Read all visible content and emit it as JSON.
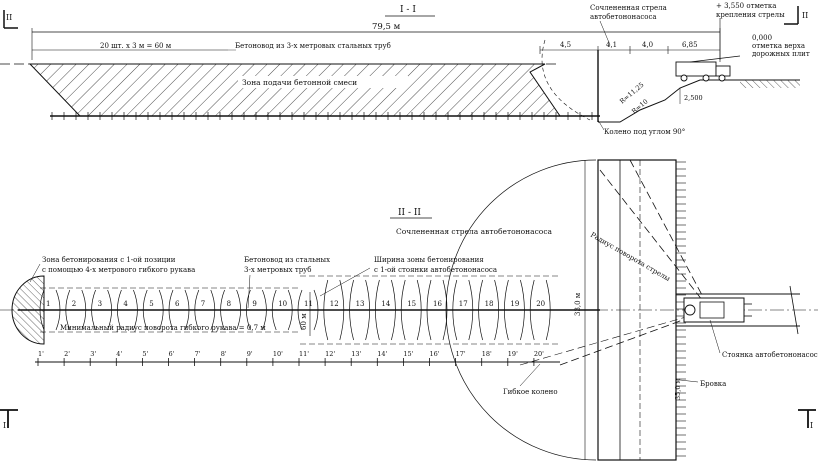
{
  "section_top": {
    "title": "I - I",
    "marker_left": "II",
    "marker_right": "II",
    "total_length": "79,5 м",
    "pipe_count": "20 шт. х 3 м = 60 м",
    "pipeline_label": "Бетоновод из 3-х метровых стальных труб",
    "zone_label": "Зона подачи бетонной смеси",
    "boom_label_1": "Сочлененная стрела",
    "boom_label_2": "автобетононасоса",
    "elev_mark_1": "+ 3,550 отметка",
    "elev_mark_2": "крепления стрелы",
    "zero_mark_1": "0,000",
    "zero_mark_2": "отметка верха",
    "zero_mark_3": "дорожных плит",
    "dims": [
      "4,5",
      "4,1",
      "4,0",
      "6,85"
    ],
    "dim_2500": "2,500",
    "dim_r1": "R=11,25",
    "dim_r2": "R=10",
    "elbow_label": "Колено под углом 90°"
  },
  "section_plan": {
    "title": "II - II",
    "marker_left": "I",
    "marker_right": "I",
    "boom_label": "Сочлененная стрела автобетононасоса",
    "zone1_line1": "Зона бетонирования с 1-ой позиции",
    "zone1_line2": "с помощью 4-х метрового гибкого рукава",
    "pipe_label_1": "Бетоновод из стальных",
    "pipe_label_2": "3-х метровых труб",
    "width_label_1": "Ширина зоны бетонирования",
    "width_label_2": "с 1-ой стоянки автобетононасоса",
    "min_radius": "Минимальный радиус поворота гибкого рукава = 0,7 м",
    "dim_60": "60 м",
    "dim_33": "33,0 м",
    "dim_35": "35,0 м",
    "radius_label": "Радиус поворота стрелы",
    "pump_station": "Стоянка автобетононасоса",
    "edge_label": "Бровка",
    "flex_elbow": "Гибкое колено",
    "positions": [
      "1",
      "2",
      "3",
      "4",
      "5",
      "6",
      "7",
      "8",
      "9",
      "10",
      "11",
      "12",
      "13",
      "14",
      "15",
      "16",
      "17",
      "18",
      "19",
      "20"
    ],
    "positions_primed": [
      "1'",
      "2'",
      "3'",
      "4'",
      "5'",
      "6'",
      "7'",
      "8'",
      "9'",
      "10'",
      "11'",
      "12'",
      "13'",
      "14'",
      "15'",
      "16'",
      "17'",
      "18'",
      "19'",
      "20'"
    ]
  }
}
